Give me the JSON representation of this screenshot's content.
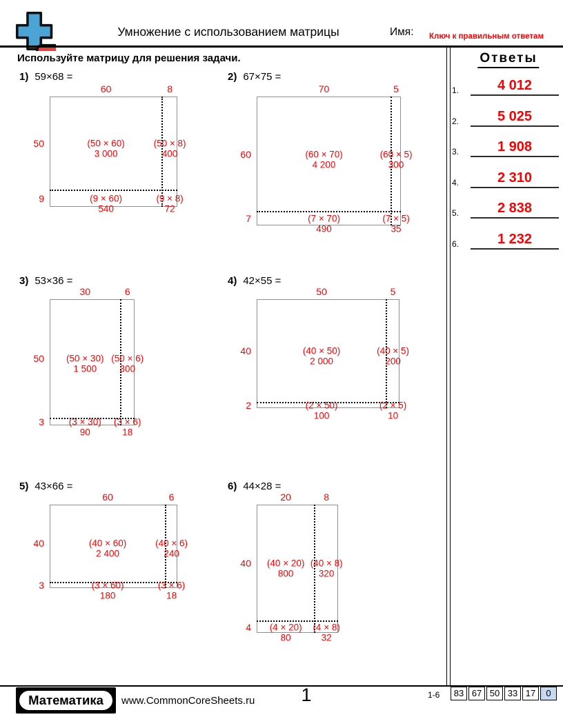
{
  "page": {
    "title": "Умножение с использованием матрицы",
    "name_label": "Имя:",
    "answer_key_label": "Ключ к правильным ответам",
    "instruction": "Используйте матрицу для решения задачи.",
    "page_number": "1"
  },
  "answers": {
    "header": "Ответы",
    "items": [
      {
        "num": "1.",
        "value": "4 012"
      },
      {
        "num": "2.",
        "value": "5 025"
      },
      {
        "num": "3.",
        "value": "1 908"
      },
      {
        "num": "4.",
        "value": "2 310"
      },
      {
        "num": "5.",
        "value": "2 838"
      },
      {
        "num": "6.",
        "value": "1 232"
      }
    ]
  },
  "problems": [
    {
      "number": "1)",
      "expression": "59×68 =",
      "col_labels": [
        "60",
        "8"
      ],
      "row_labels": [
        "50",
        "9"
      ],
      "cells": [
        {
          "formula": "(50 × 60)",
          "value": "3 000"
        },
        {
          "formula": "(50 × 8)",
          "value": "400"
        },
        {
          "formula": "(9 × 60)",
          "value": "540"
        },
        {
          "formula": "(9 × 8)",
          "value": "72"
        }
      ]
    },
    {
      "number": "2)",
      "expression": "67×75 =",
      "col_labels": [
        "70",
        "5"
      ],
      "row_labels": [
        "60",
        "7"
      ],
      "cells": [
        {
          "formula": "(60 × 70)",
          "value": "4 200"
        },
        {
          "formula": "(60 × 5)",
          "value": "300"
        },
        {
          "formula": "(7 × 70)",
          "value": "490"
        },
        {
          "formula": "(7 × 5)",
          "value": "35"
        }
      ]
    },
    {
      "number": "3)",
      "expression": "53×36 =",
      "col_labels": [
        "30",
        "6"
      ],
      "row_labels": [
        "50",
        "3"
      ],
      "cells": [
        {
          "formula": "(50 × 30)",
          "value": "1 500"
        },
        {
          "formula": "(50 × 6)",
          "value": "300"
        },
        {
          "formula": "(3 × 30)",
          "value": "90"
        },
        {
          "formula": "(3 × 6)",
          "value": "18"
        }
      ]
    },
    {
      "number": "4)",
      "expression": "42×55 =",
      "col_labels": [
        "50",
        "5"
      ],
      "row_labels": [
        "40",
        "2"
      ],
      "cells": [
        {
          "formula": "(40 × 50)",
          "value": "2 000"
        },
        {
          "formula": "(40 × 5)",
          "value": "200"
        },
        {
          "formula": "(2 × 50)",
          "value": "100"
        },
        {
          "formula": "(2 × 5)",
          "value": "10"
        }
      ]
    },
    {
      "number": "5)",
      "expression": "43×66 =",
      "col_labels": [
        "60",
        "6"
      ],
      "row_labels": [
        "40",
        "3"
      ],
      "cells": [
        {
          "formula": "(40 × 60)",
          "value": "2 400"
        },
        {
          "formula": "(40 × 6)",
          "value": "240"
        },
        {
          "formula": "(3 × 60)",
          "value": "180"
        },
        {
          "formula": "(3 × 6)",
          "value": "18"
        }
      ]
    },
    {
      "number": "6)",
      "expression": "44×28 =",
      "col_labels": [
        "20",
        "8"
      ],
      "row_labels": [
        "40",
        "4"
      ],
      "cells": [
        {
          "formula": "(40 × 20)",
          "value": "800"
        },
        {
          "formula": "(40 × 8)",
          "value": "320"
        },
        {
          "formula": "(4 × 20)",
          "value": "80"
        },
        {
          "formula": "(4 × 8)",
          "value": "32"
        }
      ]
    }
  ],
  "footer": {
    "brand": "Математика",
    "website": "www.CommonCoreSheets.ru",
    "range_label": "1-6",
    "score_boxes": [
      "83",
      "67",
      "50",
      "33",
      "17",
      "0"
    ],
    "score_highlight_color": "#c6d9f1"
  },
  "colors": {
    "accent_red": "#fe0000",
    "grid_border": "#8f8f8f",
    "logo_blue": "#4ba3d6",
    "logo_red": "#e8423c"
  }
}
